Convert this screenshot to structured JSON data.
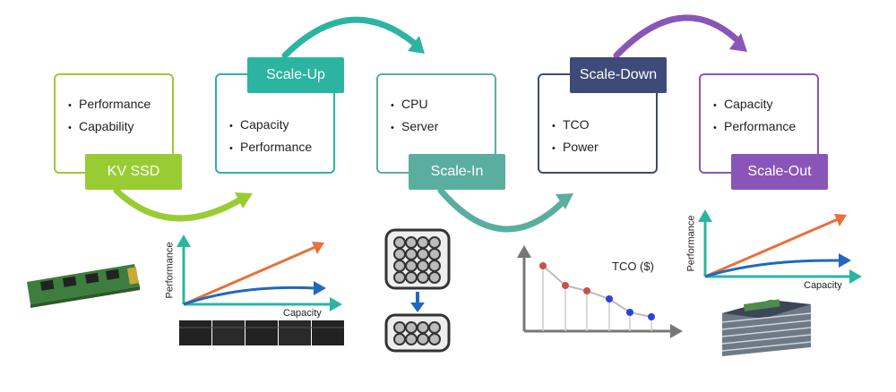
{
  "stages": [
    {
      "id": "kv-ssd",
      "label": "KV SSD",
      "bullets": [
        "Performance",
        "Capability"
      ],
      "color": "#99cc33"
    },
    {
      "id": "scale-up",
      "label": "Scale-Up",
      "bullets": [
        "Capacity",
        "Performance"
      ],
      "color": "#2bb5a0"
    },
    {
      "id": "scale-in",
      "label": "Scale-In",
      "bullets": [
        "CPU",
        "Server"
      ],
      "color": "#5aaea0"
    },
    {
      "id": "scale-down",
      "label": "Scale-Down",
      "bullets": [
        "TCO",
        "Power"
      ],
      "color": "#3e4a78"
    },
    {
      "id": "scale-out",
      "label": "Scale-Out",
      "bullets": [
        "Capacity",
        "Performance"
      ],
      "color": "#8a55b8"
    }
  ],
  "chart_left": {
    "ylabel": "Performance",
    "xlabel": "Capacity"
  },
  "chart_tco": {
    "title": "TCO ($)"
  },
  "chart_right": {
    "ylabel": "Performance",
    "xlabel": "Capacity"
  }
}
